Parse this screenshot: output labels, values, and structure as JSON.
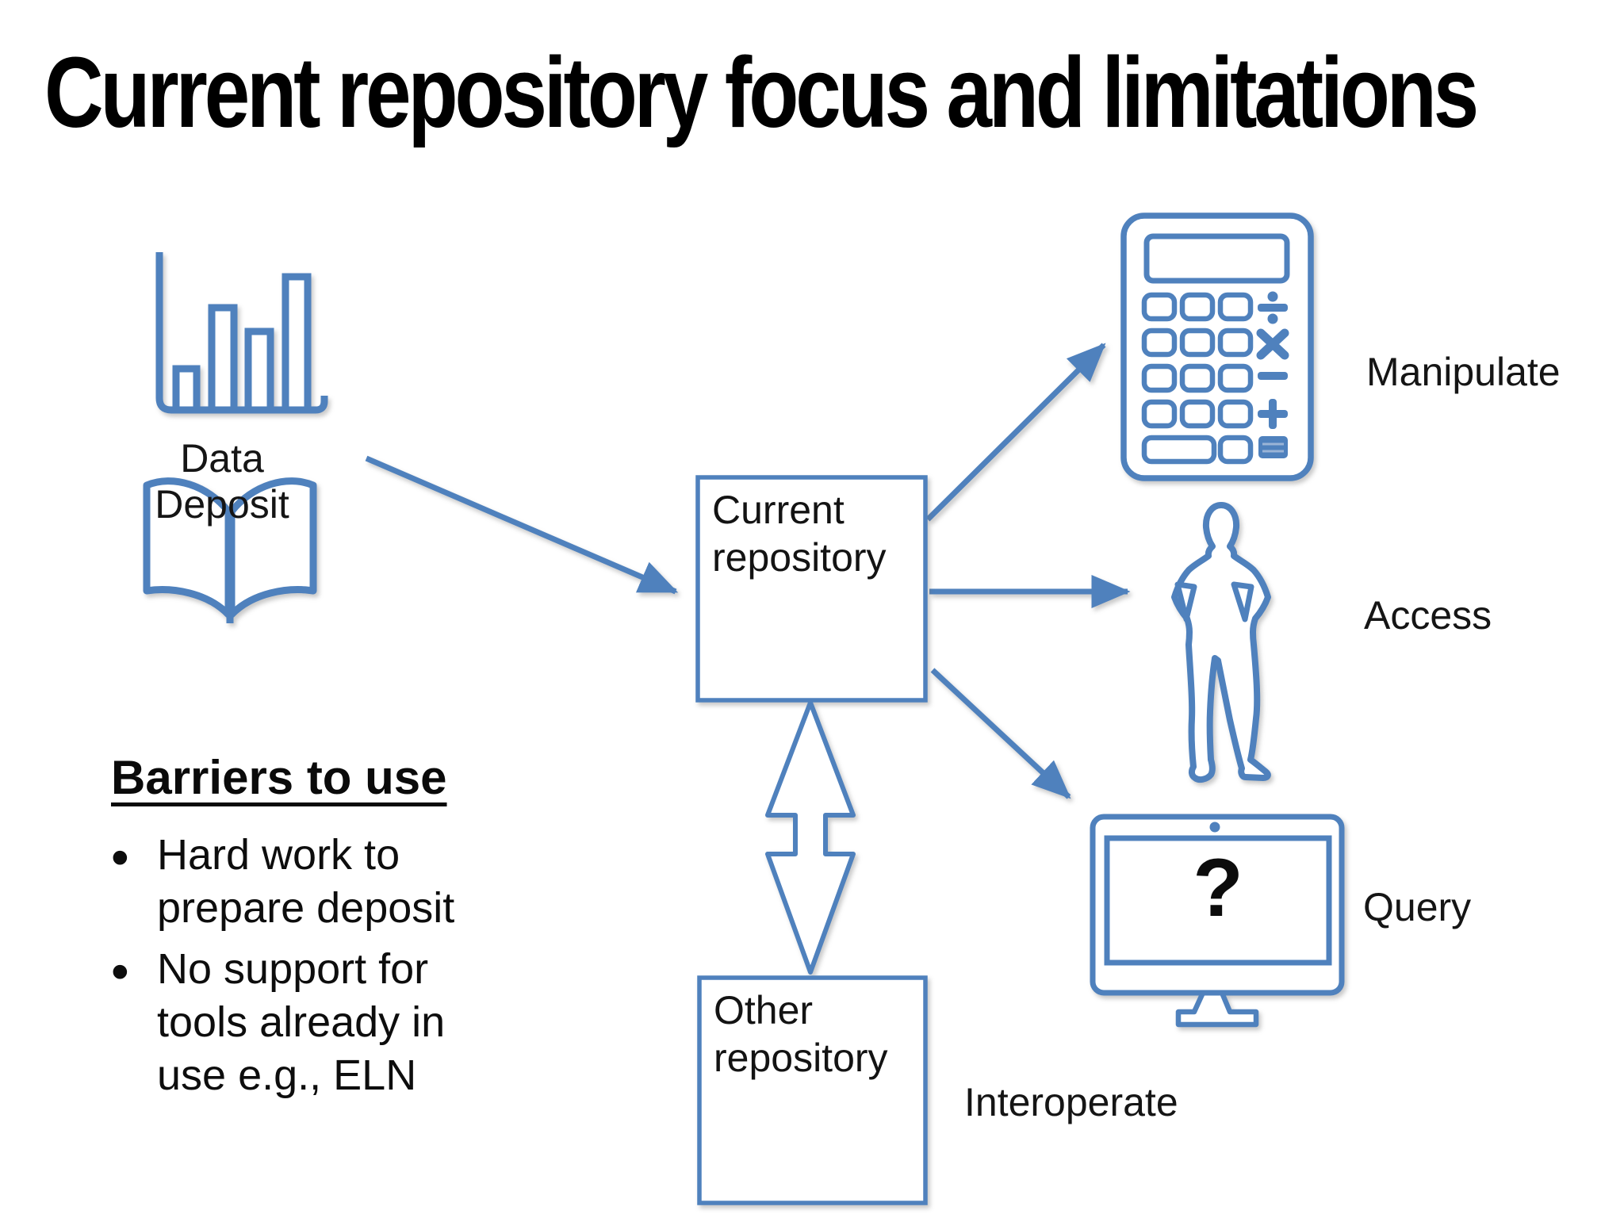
{
  "slide": {
    "title": "Current repository focus and limitations",
    "accent_color": "#4F81BD",
    "text_color": "#111111"
  },
  "diagram": {
    "data_deposit_label": "Data Deposit",
    "current_repository_box": "Current repository",
    "other_repository_box": "Other repository",
    "labels": {
      "manipulate": "Manipulate",
      "access": "Access",
      "query": "Query",
      "interoperate": "Interoperate"
    },
    "monitor_question_mark": "?",
    "icons": {
      "data_deposit_chart": "bar-chart-icon",
      "data_deposit_book": "open-book-icon",
      "manipulate": "calculator-icon",
      "access": "person-icon",
      "query": "monitor-question-icon",
      "interoperate": "double-block-arrow-icon"
    }
  },
  "barriers": {
    "heading": "Barriers to use",
    "bullets": [
      "Hard work to prepare deposit",
      "No support for tools already in use e.g., ELN"
    ]
  }
}
